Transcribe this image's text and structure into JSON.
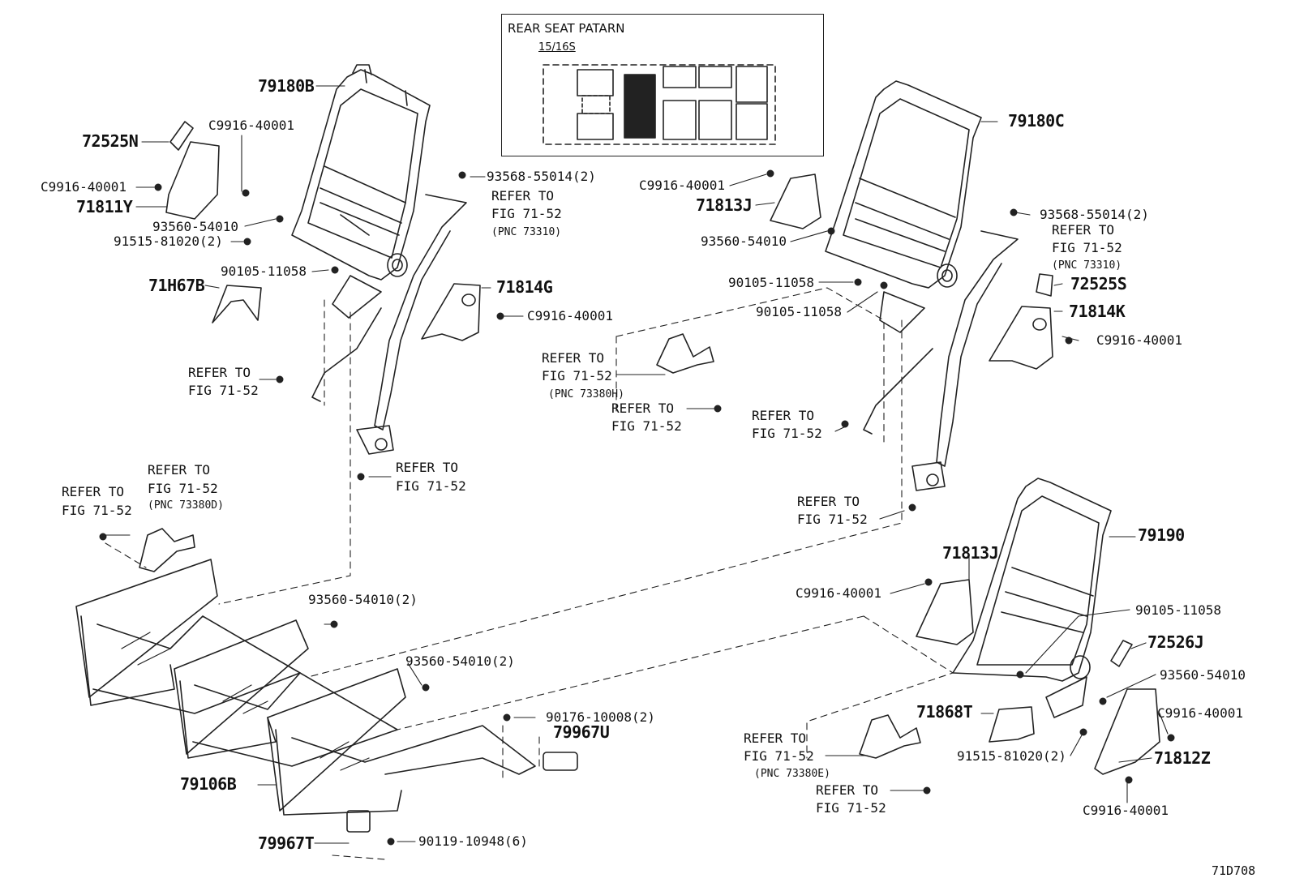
{
  "pattern": {
    "title": "REAR SEAT PATARN",
    "subtitle": "15/16S"
  },
  "diagram_code": "71D708",
  "labels": {
    "p79180B": "79180B",
    "p72525N": "72525N",
    "pC9916_top": "C9916-40001",
    "pC9916_left": "C9916-40001",
    "p71811Y": "71811Y",
    "p93560_l": "93560-54010",
    "p91515_l": "91515-81020(2)",
    "p90105_l": "90105-11058",
    "p71H67B": "71H67B",
    "p93568_l": "93568-55014(2)",
    "ref_fig_a1": "REFER TO",
    "ref_fig_a2": "FIG 71-52",
    "ref_fig_a3": "(PNC 73310)",
    "p71814G": "71814G",
    "pC9916_g": "C9916-40001",
    "ref_b1": "REFER TO",
    "ref_b2": "FIG 71-52",
    "ref_c1": "REFER TO",
    "ref_c2": "FIG 71-52",
    "ref_d1": "REFER TO",
    "ref_d2": "FIG 71-52",
    "ref_e1": "REFER TO",
    "ref_e2": "FIG 71-52",
    "ref_e3": "(PNC 73380D)",
    "p93560_m1": "93560-54010(2)",
    "p93560_m2": "93560-54010(2)",
    "p90176": "90176-10008(2)",
    "p79967U": "79967U",
    "p79106B": "79106B",
    "p79967T": "79967T",
    "p90119": "90119-10948(6)",
    "pC9916_mid": "C9916-40001",
    "p71813J_top": "71813J",
    "p93560_mid": "93560-54010",
    "p90105_mid1": "90105-11058",
    "p90105_mid2": "90105-11058",
    "ref_f1": "REFER TO",
    "ref_f2": "FIG 71-52",
    "ref_f3": "(PNC 73380H)",
    "ref_g1": "REFER TO",
    "ref_g2": "FIG 71-52",
    "p79180C": "79180C",
    "p93568_r": "93568-55014(2)",
    "ref_h1": "REFER TO",
    "ref_h2": "FIG 71-52",
    "ref_h3": "(PNC 73310)",
    "p72525S": "72525S",
    "p71814K": "71814K",
    "pC9916_k": "C9916-40001",
    "ref_i1": "REFER TO",
    "ref_i2": "FIG 71-52",
    "ref_j1": "REFER TO",
    "ref_j2": "FIG 71-52",
    "p79190": "79190",
    "p71813J_bot": "71813J",
    "pC9916_bot": "C9916-40001",
    "p90105_bot": "90105-11058",
    "p72526J": "72526J",
    "p93560_bot": "93560-54010",
    "pC9916_bot2": "C9916-40001",
    "p71868T": "71868T",
    "p91515_bot": "91515-81020(2)",
    "p71812Z": "71812Z",
    "pC9916_bot3": "C9916-40001",
    "ref_k1": "REFER TO",
    "ref_k2": "FIG 71-52",
    "ref_k3": "(PNC 73380E)",
    "ref_l1": "REFER TO",
    "ref_l2": "FIG 71-52"
  }
}
